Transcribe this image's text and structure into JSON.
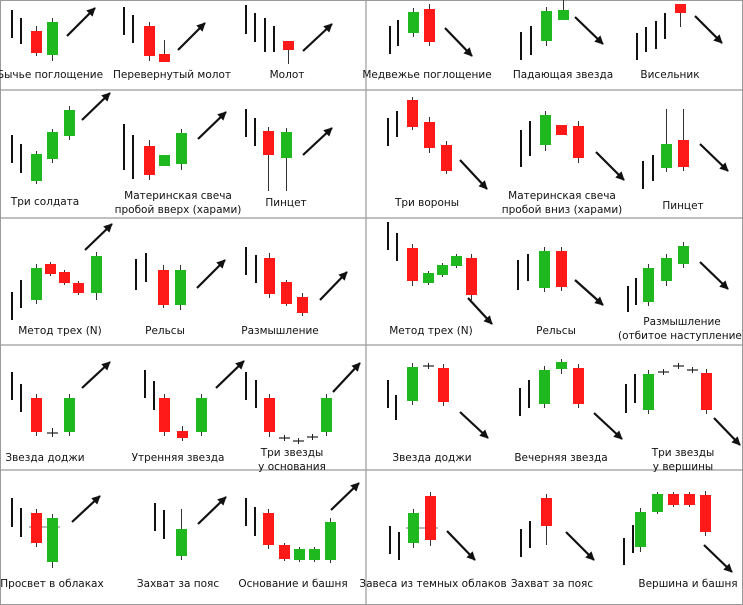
{
  "colors": {
    "bull": "#1fb81f",
    "bear": "#ff1a1a",
    "line": "#111111",
    "grid": "#9a9a9a"
  },
  "patterns": [
    {
      "label": [
        "Бычье поглощение"
      ],
      "direction": "up"
    },
    {
      "label": [
        "Перевернутый молот"
      ],
      "direction": "up"
    },
    {
      "label": [
        "Молот"
      ],
      "direction": "up"
    },
    {
      "label": [
        "Медвежье поглощение"
      ],
      "direction": "down"
    },
    {
      "label": [
        "Падающая звезда"
      ],
      "direction": "down"
    },
    {
      "label": [
        "Висельник"
      ],
      "direction": "down"
    },
    {
      "label": [
        "Три солдата"
      ],
      "direction": "up"
    },
    {
      "label": [
        "Материнская свеча",
        "пробой вверх (харами)"
      ],
      "direction": "up"
    },
    {
      "label": [
        "Пинцет"
      ],
      "direction": "up"
    },
    {
      "label": [
        "Три вороны"
      ],
      "direction": "down"
    },
    {
      "label": [
        "Материнская свеча",
        "пробой вниз (харами)"
      ],
      "direction": "down"
    },
    {
      "label": [
        "Пинцет"
      ],
      "direction": "down"
    },
    {
      "label": [
        "Метод трех (N)"
      ],
      "direction": "up"
    },
    {
      "label": [
        "Рельсы"
      ],
      "direction": "up"
    },
    {
      "label": [
        "Размышление"
      ],
      "direction": "up"
    },
    {
      "label": [
        "Метод трех (N)"
      ],
      "direction": "down"
    },
    {
      "label": [
        "Рельсы"
      ],
      "direction": "down"
    },
    {
      "label": [
        "Размышление",
        "(отбитое наступление)"
      ],
      "direction": "down"
    },
    {
      "label": [
        "Звезда доджи"
      ],
      "direction": "up"
    },
    {
      "label": [
        "Утренняя звезда"
      ],
      "direction": "up"
    },
    {
      "label": [
        "Три звезды",
        "у основания"
      ],
      "direction": "up"
    },
    {
      "label": [
        "Звезда доджи"
      ],
      "direction": "down"
    },
    {
      "label": [
        "Вечерняя звезда"
      ],
      "direction": "down"
    },
    {
      "label": [
        "Три звезды",
        "у вершины"
      ],
      "direction": "down"
    },
    {
      "label": [
        "Просвет в облаках"
      ],
      "direction": "up"
    },
    {
      "label": [
        "Захват за пояс"
      ],
      "direction": "up"
    },
    {
      "label": [
        "Основание и башня"
      ],
      "direction": "up"
    },
    {
      "label": [
        "Завеса из темных облаков"
      ],
      "direction": "down"
    },
    {
      "label": [
        "Захват за пояс"
      ],
      "direction": "down"
    },
    {
      "label": [
        "Вершина и башня"
      ],
      "direction": "down"
    }
  ]
}
